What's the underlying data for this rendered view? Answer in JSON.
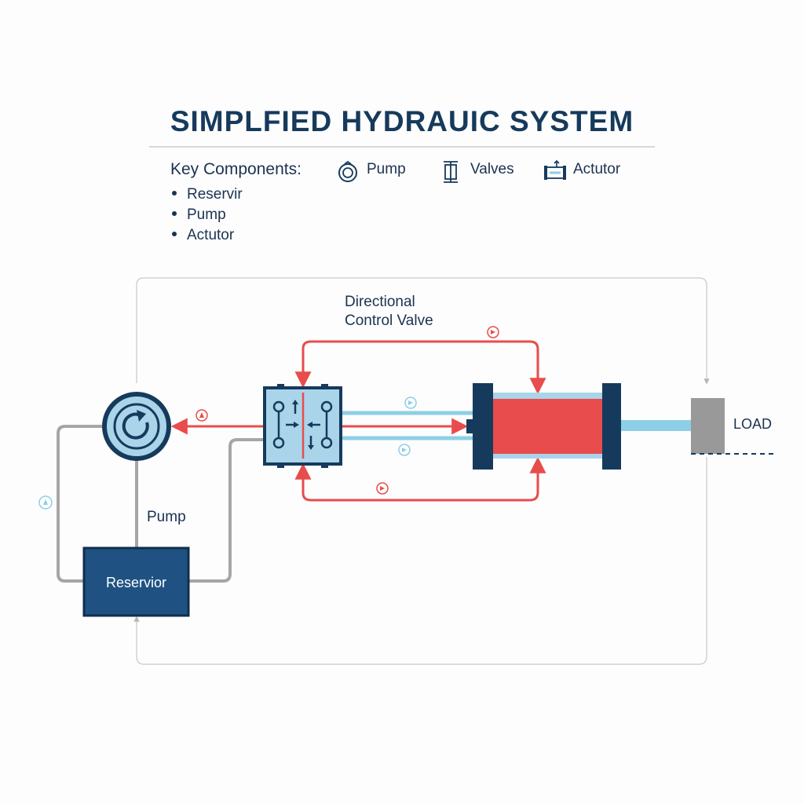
{
  "title": "SIMPLFIED HYDRAUIC SYSTEM",
  "legend": {
    "heading": "Key Components:",
    "items": [
      {
        "label": "Pump",
        "icon": "pump-icon"
      },
      {
        "label": "Valves",
        "icon": "valve-icon"
      },
      {
        "label": "Actutor",
        "icon": "actuator-icon"
      }
    ],
    "bullets": [
      "Reservir",
      "Pump",
      "Actutor"
    ]
  },
  "diagram": {
    "valve_label_line1": "Directional",
    "valve_label_line2": "Control Valve",
    "pump_label": "Pump",
    "reservoir_label": "Reservior",
    "load_label": "LOAD"
  },
  "colors": {
    "navy": "#163a5c",
    "reservoir_fill": "#1f5282",
    "light_blue": "#a9d4ea",
    "pipe_blue": "#8ccfe6",
    "pressure_red": "#e84c4c",
    "return_grey": "#a6a6a6",
    "load_grey": "#999999"
  }
}
